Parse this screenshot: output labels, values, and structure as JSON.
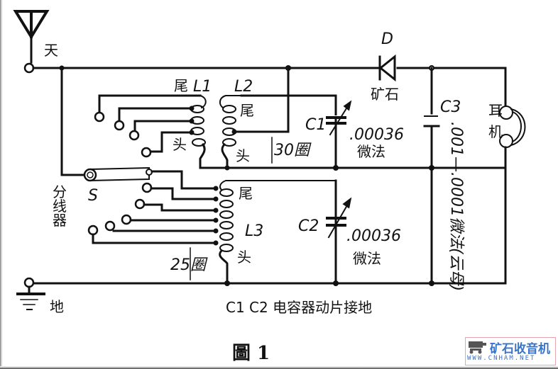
{
  "figure": {
    "caption": "圖 1",
    "note": "C1  C2 电容器动片接地"
  },
  "labels": {
    "antenna": "天",
    "ground": "地",
    "switch_name": "分线器",
    "switch_symbol": "S",
    "diode_symbol": "D",
    "diode_name": "矿石",
    "l1": "L1",
    "l2": "L2",
    "l3": "L3",
    "tail": "尾",
    "head": "头",
    "turns_l2": "30圈",
    "turns_l3": "25圈",
    "c1": "C1",
    "c2": "C2",
    "c3": "C3",
    "c1_value": ".00036",
    "c1_unit": "微法",
    "c2_value": ".00036",
    "c2_unit": "微法",
    "c3_value": ".001—.0001微法(云母)",
    "headphones": "耳机"
  },
  "watermark": {
    "title": "矿石收音机",
    "url": "WWW.CNHAM.NET",
    "color": "#3a74c8"
  }
}
